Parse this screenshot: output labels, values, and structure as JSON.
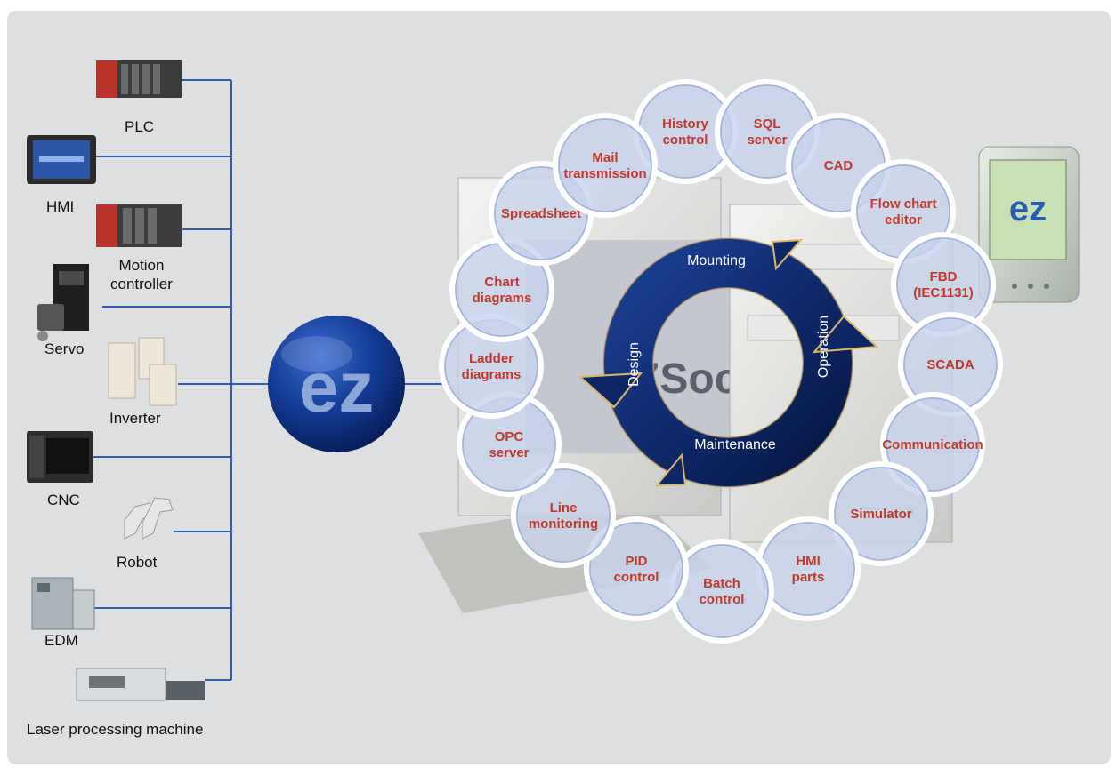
{
  "devices": [
    {
      "id": "plc",
      "label": "PLC"
    },
    {
      "id": "hmi",
      "label": "HMI"
    },
    {
      "id": "motion",
      "label": "Motion\ncontroller"
    },
    {
      "id": "servo",
      "label": "Servo"
    },
    {
      "id": "inverter",
      "label": "Inverter"
    },
    {
      "id": "cnc",
      "label": "CNC"
    },
    {
      "id": "robot",
      "label": "Robot"
    },
    {
      "id": "edm",
      "label": "EDM"
    },
    {
      "id": "laser",
      "label": "Laser processing machine"
    }
  ],
  "hub_logo": "ez",
  "pc_screen_text": "EZSocket",
  "modules": [
    [
      "History",
      "control"
    ],
    [
      "SQL",
      "server"
    ],
    [
      "CAD"
    ],
    [
      "Flow chart",
      "editor"
    ],
    [
      "FBD",
      "(IEC1131)"
    ],
    [
      "SCADA"
    ],
    [
      "Communication"
    ],
    [
      "Simulator"
    ],
    [
      "HMI",
      "parts"
    ],
    [
      "Batch",
      "control"
    ],
    [
      "PID",
      "control"
    ],
    [
      "Line",
      "monitoring"
    ],
    [
      "OPC",
      "server"
    ],
    [
      "Ladder",
      "diagrams"
    ],
    [
      "Chart",
      "diagrams"
    ],
    [
      "Spreadsheet"
    ],
    [
      "Mail",
      "transmission"
    ]
  ],
  "cycle": {
    "mounting": "Mounting",
    "operation": "Operation",
    "maintenance": "Maintenance",
    "design": "Design"
  },
  "colors": {
    "panel": "#dedfe0",
    "line": "#2f5db0",
    "module_fill": "#c8d3ec",
    "module_ring": "#ffffff",
    "module_text": "#c0392b",
    "cycle_dark": "#0d2a6b",
    "cycle_light": "#3a66b8"
  }
}
